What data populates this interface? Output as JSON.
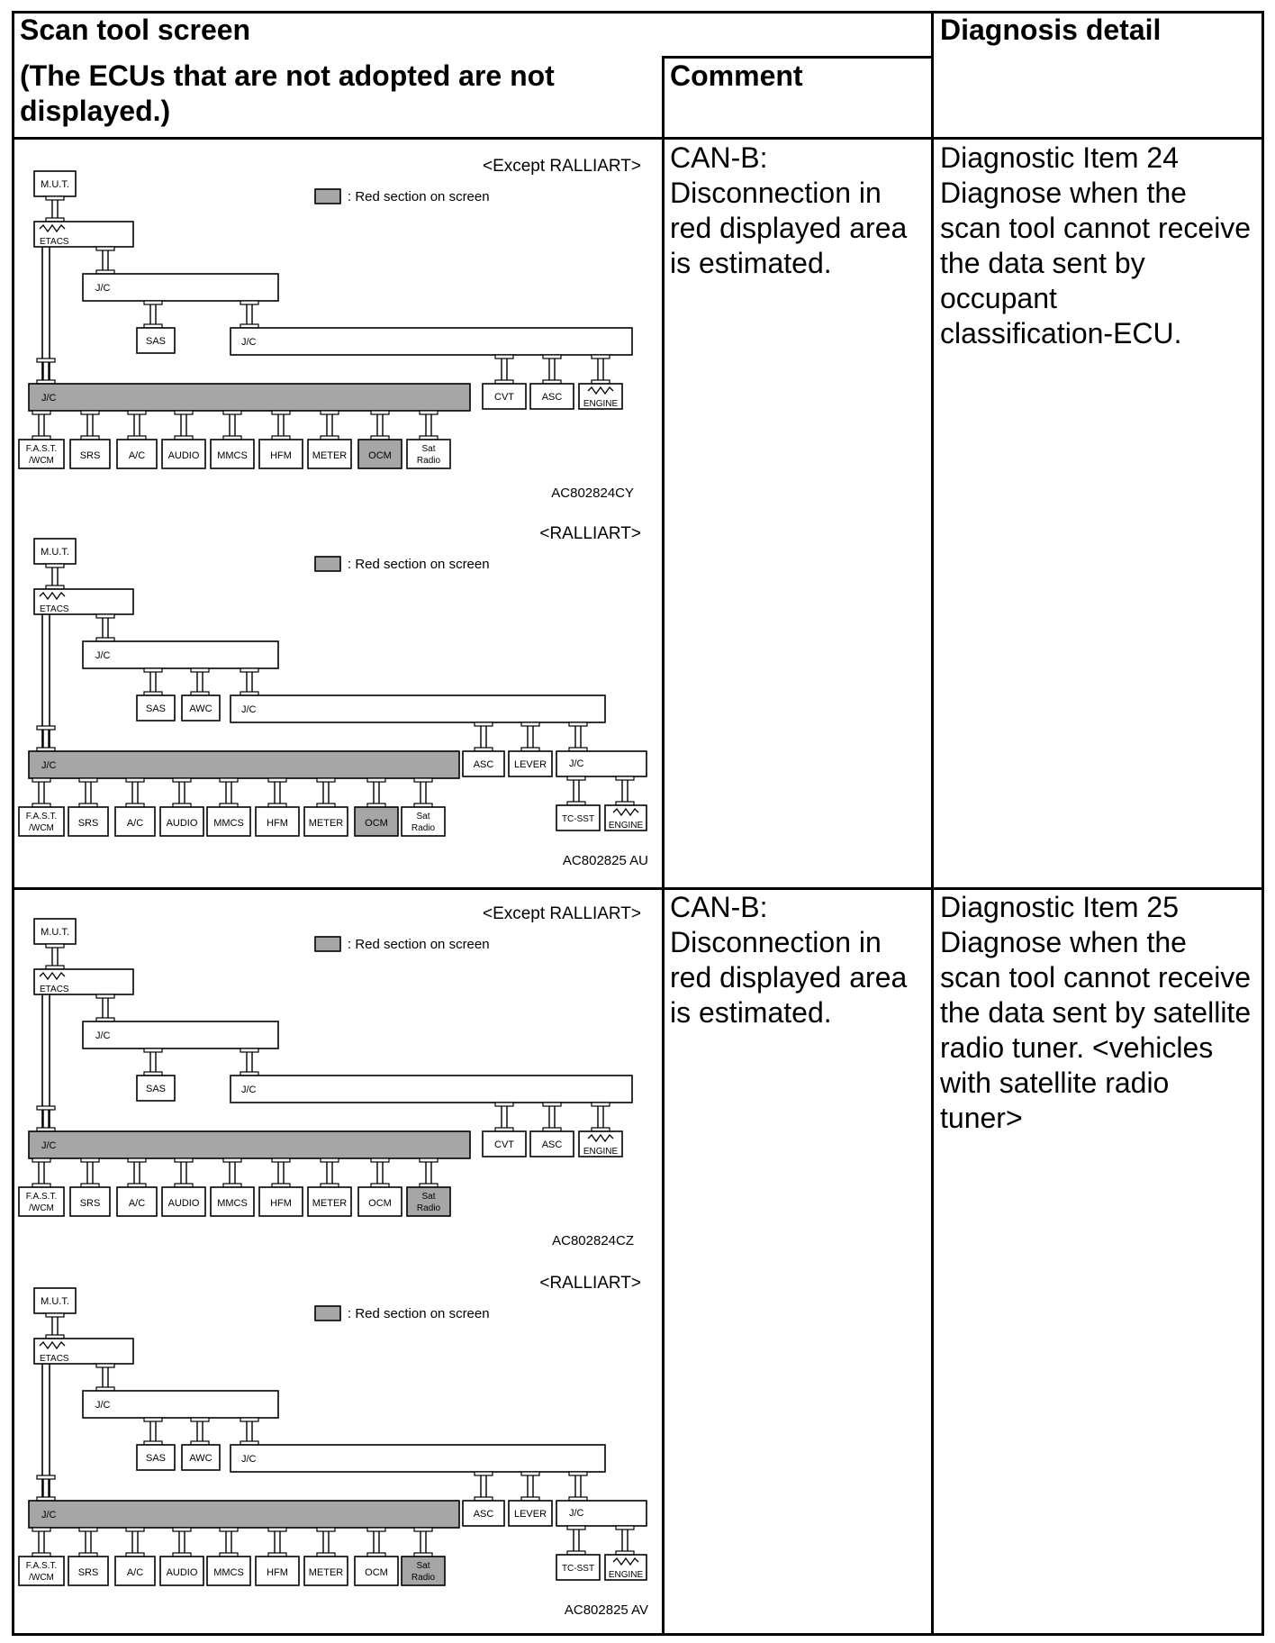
{
  "table": {
    "header": {
      "scan_tool_screen": "Scan tool screen",
      "ecu_note": "(The ECUs that are not adopted are not\ndisplayed.)",
      "comment": "Comment",
      "diagnosis_detail": "Diagnosis detail"
    },
    "rows": [
      {
        "comment": "CAN-B:\nDisconnection in\nred displayed area\nis estimated.",
        "diagnosis": "Diagnostic Item 24\nDiagnose when the\nscan tool cannot receive\nthe data sent by\noccupant\nclassification-ECU."
      },
      {
        "comment": "CAN-B:\nDisconnection in\nred displayed area\nis estimated.",
        "diagnosis": "Diagnostic Item 25\nDiagnose when the\nscan tool cannot receive\nthe data sent by satellite\nradio tuner. <vehicles\nwith satellite radio\ntuner>"
      }
    ]
  },
  "legend_text": ": Red section on screen",
  "colors": {
    "highlight": "#a6a6a6",
    "line": "#000000",
    "box_fill": "#ffffff"
  },
  "diagrams": [
    {
      "variant": "<Except RALLIART>",
      "code": "AC802824CY",
      "highlighted": [
        "J/C (main bus)",
        "OCM"
      ],
      "labels": {
        "mut": "M.U.T.",
        "etacs": "ETACS",
        "jc1": "J/C",
        "sas": "SAS",
        "jc2": "J/C",
        "cvt": "CVT",
        "asc": "ASC",
        "engine": "ENGINE",
        "jc_main": "J/C",
        "fast1": "F.A.S.T.",
        "fast2": "/WCM",
        "srs": "SRS",
        "ac": "A/C",
        "audio": "AUDIO",
        "mmcs": "MMCS",
        "hfm": "HFM",
        "meter": "METER",
        "ocm": "OCM",
        "sat1": "Sat",
        "sat2": "Radio"
      }
    },
    {
      "variant": "<RALLIART>",
      "code": "AC802825 AU",
      "highlighted": [
        "J/C (main bus)",
        "OCM"
      ],
      "labels": {
        "mut": "M.U.T.",
        "etacs": "ETACS",
        "jc1": "J/C",
        "sas": "SAS",
        "awc": "AWC",
        "jc2": "J/C",
        "asc": "ASC",
        "lever": "LEVER",
        "jc3": "J/C",
        "tcsst": "TC-SST",
        "engine": "ENGINE",
        "jc_main": "J/C",
        "fast1": "F.A.S.T.",
        "fast2": "/WCM",
        "srs": "SRS",
        "ac": "A/C",
        "audio": "AUDIO",
        "mmcs": "MMCS",
        "hfm": "HFM",
        "meter": "METER",
        "ocm": "OCM",
        "sat1": "Sat",
        "sat2": "Radio"
      }
    },
    {
      "variant": "<Except RALLIART>",
      "code": "AC802824CZ",
      "highlighted": [
        "J/C (main bus)",
        "Sat Radio"
      ],
      "labels": {
        "mut": "M.U.T.",
        "etacs": "ETACS",
        "jc1": "J/C",
        "sas": "SAS",
        "jc2": "J/C",
        "cvt": "CVT",
        "asc": "ASC",
        "engine": "ENGINE",
        "jc_main": "J/C",
        "fast1": "F.A.S.T.",
        "fast2": "/WCM",
        "srs": "SRS",
        "ac": "A/C",
        "audio": "AUDIO",
        "mmcs": "MMCS",
        "hfm": "HFM",
        "meter": "METER",
        "ocm": "OCM",
        "sat1": "Sat",
        "sat2": "Radio"
      }
    },
    {
      "variant": "<RALLIART>",
      "code": "AC802825 AV",
      "highlighted": [
        "J/C (main bus)",
        "Sat Radio"
      ],
      "labels": {
        "mut": "M.U.T.",
        "etacs": "ETACS",
        "jc1": "J/C",
        "sas": "SAS",
        "awc": "AWC",
        "jc2": "J/C",
        "asc": "ASC",
        "lever": "LEVER",
        "jc3": "J/C",
        "tcsst": "TC-SST",
        "engine": "ENGINE",
        "jc_main": "J/C",
        "fast1": "F.A.S.T.",
        "fast2": "/WCM",
        "srs": "SRS",
        "ac": "A/C",
        "audio": "AUDIO",
        "mmcs": "MMCS",
        "hfm": "HFM",
        "meter": "METER",
        "ocm": "OCM",
        "sat1": "Sat",
        "sat2": "Radio"
      }
    }
  ]
}
